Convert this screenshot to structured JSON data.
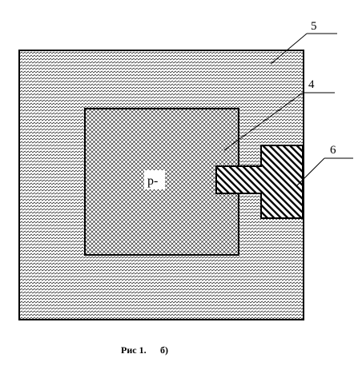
{
  "diagram": {
    "region_label": "p-",
    "callouts": {
      "outer_square": "5",
      "inner_square": "4",
      "contact": "6"
    }
  },
  "caption": {
    "figure": "Рис 1.",
    "panel": "б)"
  }
}
